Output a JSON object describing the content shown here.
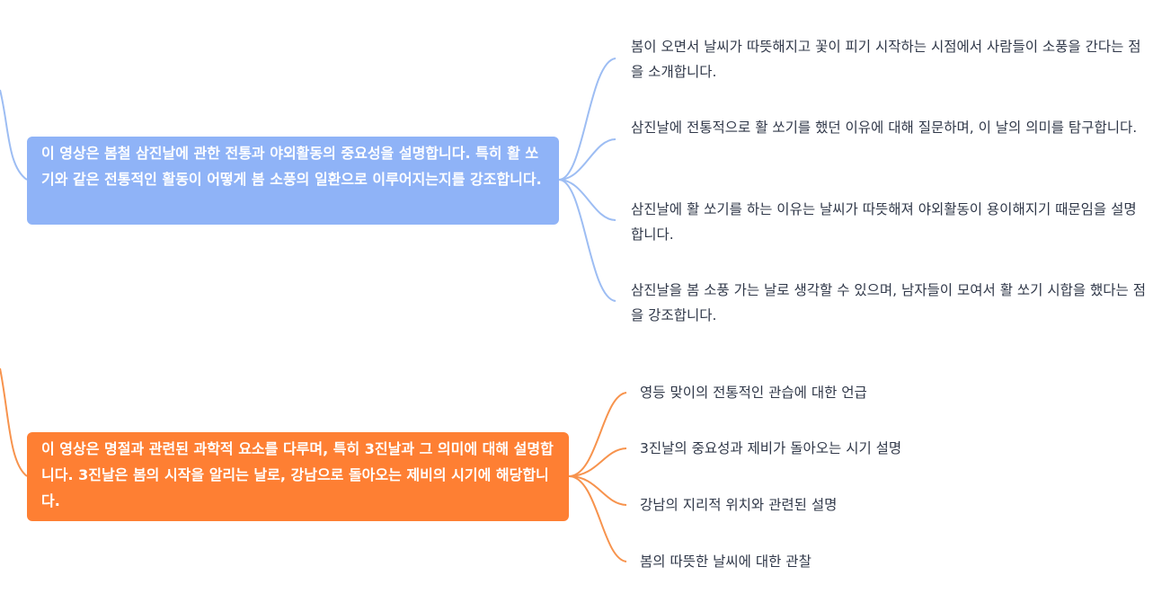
{
  "colors": {
    "blue_node": "#8fb3f7",
    "blue_line": "#9dbdf3",
    "orange_node": "#fe7f33",
    "orange_line": "#f7934d",
    "leaf_text": "#303849"
  },
  "branches": [
    {
      "summary": "이 영상은 봄철 삼진날에 관한 전통과 야외활동의 중요성을 설명합니다. 특히 활 쏘기와 같은 전통적인 활동이 어떻게 봄 소풍의 일환으로 이루어지는지를 강조합니다.",
      "leaves": [
        "봄이 오면서 날씨가 따뜻해지고 꽃이 피기 시작하는 시점에서 사람들이 소풍을 간다는 점을 소개합니다.",
        "삼진날에 전통적으로 활 쏘기를 했던 이유에 대해 질문하며, 이 날의 의미를 탐구합니다.",
        "삼진날에 활 쏘기를 하는 이유는 날씨가 따뜻해져 야외활동이 용이해지기 때문임을 설명합니다.",
        "삼진날을 봄 소풍 가는 날로 생각할 수 있으며, 남자들이 모여서 활 쏘기 시합을 했다는 점을 강조합니다."
      ]
    },
    {
      "summary": "이 영상은 명절과 관련된 과학적 요소를 다루며, 특히 3진날과 그 의미에 대해 설명합니다. 3진날은 봄의 시작을 알리는 날로, 강남으로 돌아오는 제비의 시기에 해당합니다.",
      "leaves": [
        "영등 맞이의 전통적인 관습에 대한 언급",
        "3진날의 중요성과 제비가 돌아오는 시기 설명",
        "강남의 지리적 위치와 관련된 설명",
        "봄의 따뜻한 날씨에 대한 관찰"
      ]
    }
  ]
}
